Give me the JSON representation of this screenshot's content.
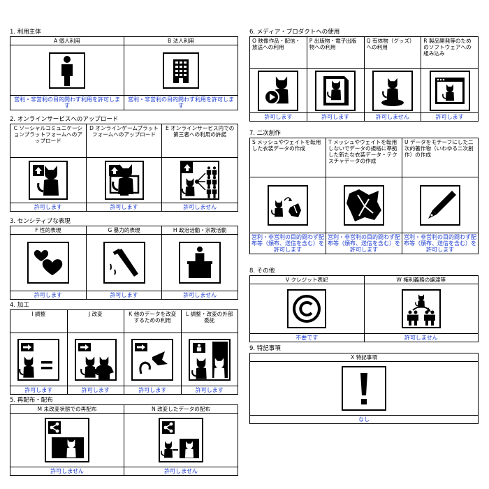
{
  "sections": {
    "s1": {
      "title": "1. 利用主体",
      "items": [
        {
          "header": "A 個人利用",
          "status": "営利・非営利の目的問わず利用を許可します"
        },
        {
          "header": "B 法人利用",
          "status": "営利・非営利の目的問わず利用を許可します"
        }
      ]
    },
    "s2": {
      "title": "2. オンラインサービスへのアップロード",
      "items": [
        {
          "header": "C ソーシャルコミュニケーションプラットフォームへのアップロード",
          "status": "許可します"
        },
        {
          "header": "D オンラインゲームプラットフォームへのアップロード",
          "status": "許可します"
        },
        {
          "header": "E オンラインサービス内での第三者への利用の許諾",
          "status": "許可しません"
        }
      ]
    },
    "s3": {
      "title": "3. センシティブな表現",
      "items": [
        {
          "header": "F 性的表現",
          "status": "許可します"
        },
        {
          "header": "G 暴力的表現",
          "status": "許可します"
        },
        {
          "header": "H 政治活動・宗教活動",
          "status": "許可しません"
        }
      ]
    },
    "s4": {
      "title": "4. 加工",
      "items": [
        {
          "header": "I 調整",
          "status": "許可します"
        },
        {
          "header": "J 改変",
          "status": "許可します"
        },
        {
          "header": "K 他のデータを改変するための利用",
          "status": "許可します"
        },
        {
          "header": "L 調整・改変の外部委託",
          "status": "許可します"
        }
      ]
    },
    "s5": {
      "title": "5. 再配布・配布",
      "items": [
        {
          "header": "M 未改変状態での再配布",
          "status": "許可しません"
        },
        {
          "header": "N 改変したデータの配布",
          "status": "許可しません"
        }
      ]
    },
    "s6": {
      "title": "6. メディア・プロダクトへの使用",
      "items": [
        {
          "header": "O 映像作品・配信・放送への利用",
          "status": "許可します"
        },
        {
          "header": "P 出版物・電子出版物への利用",
          "status": "許可します"
        },
        {
          "header": "Q 有体物（グッズ）への利用",
          "status": "許可しません"
        },
        {
          "header": "R 製品開発等のためのソフトウェアへの組み込み",
          "status": "許可します"
        }
      ]
    },
    "s7": {
      "title": "7. 二次創作",
      "items": [
        {
          "header": "S メッシュやウェイトを転用した衣装データの作成",
          "status": "営利・非営利の目的問わず配布等（頒布、送信を含む）を許可します"
        },
        {
          "header": "T メッシュやウェイトを転用しないでデータの規格に準拠した新たな衣装データ・テクスチャデータの作成",
          "status": "営利・非営利の目的問わず配布等（頒布、送信を含む）を許可します"
        },
        {
          "header": "U データをモチーフにした二次的著作物（いわゆる二次創作）の作成",
          "status": "営利・非営利の目的問わず配布等（頒布、送信を含む）を許可します"
        }
      ]
    },
    "s8": {
      "title": "8. その他",
      "items": [
        {
          "header": "V クレジット表記",
          "status": "不要です"
        },
        {
          "header": "W 権利義務の譲渡等",
          "status": "許可しません"
        }
      ]
    },
    "s9": {
      "title": "9. 特記事項",
      "items": [
        {
          "header": "X 特記事項",
          "status": "なし"
        }
      ]
    }
  }
}
